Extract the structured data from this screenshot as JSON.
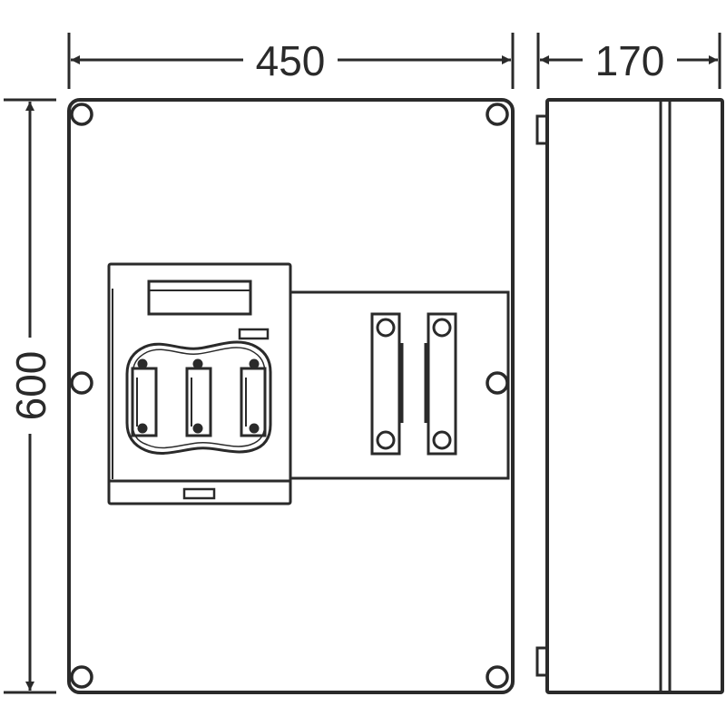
{
  "dimensions": {
    "width": "450",
    "depth": "170",
    "height": "600"
  },
  "colors": {
    "line": "#2a2a2a",
    "background": "#ffffff"
  }
}
